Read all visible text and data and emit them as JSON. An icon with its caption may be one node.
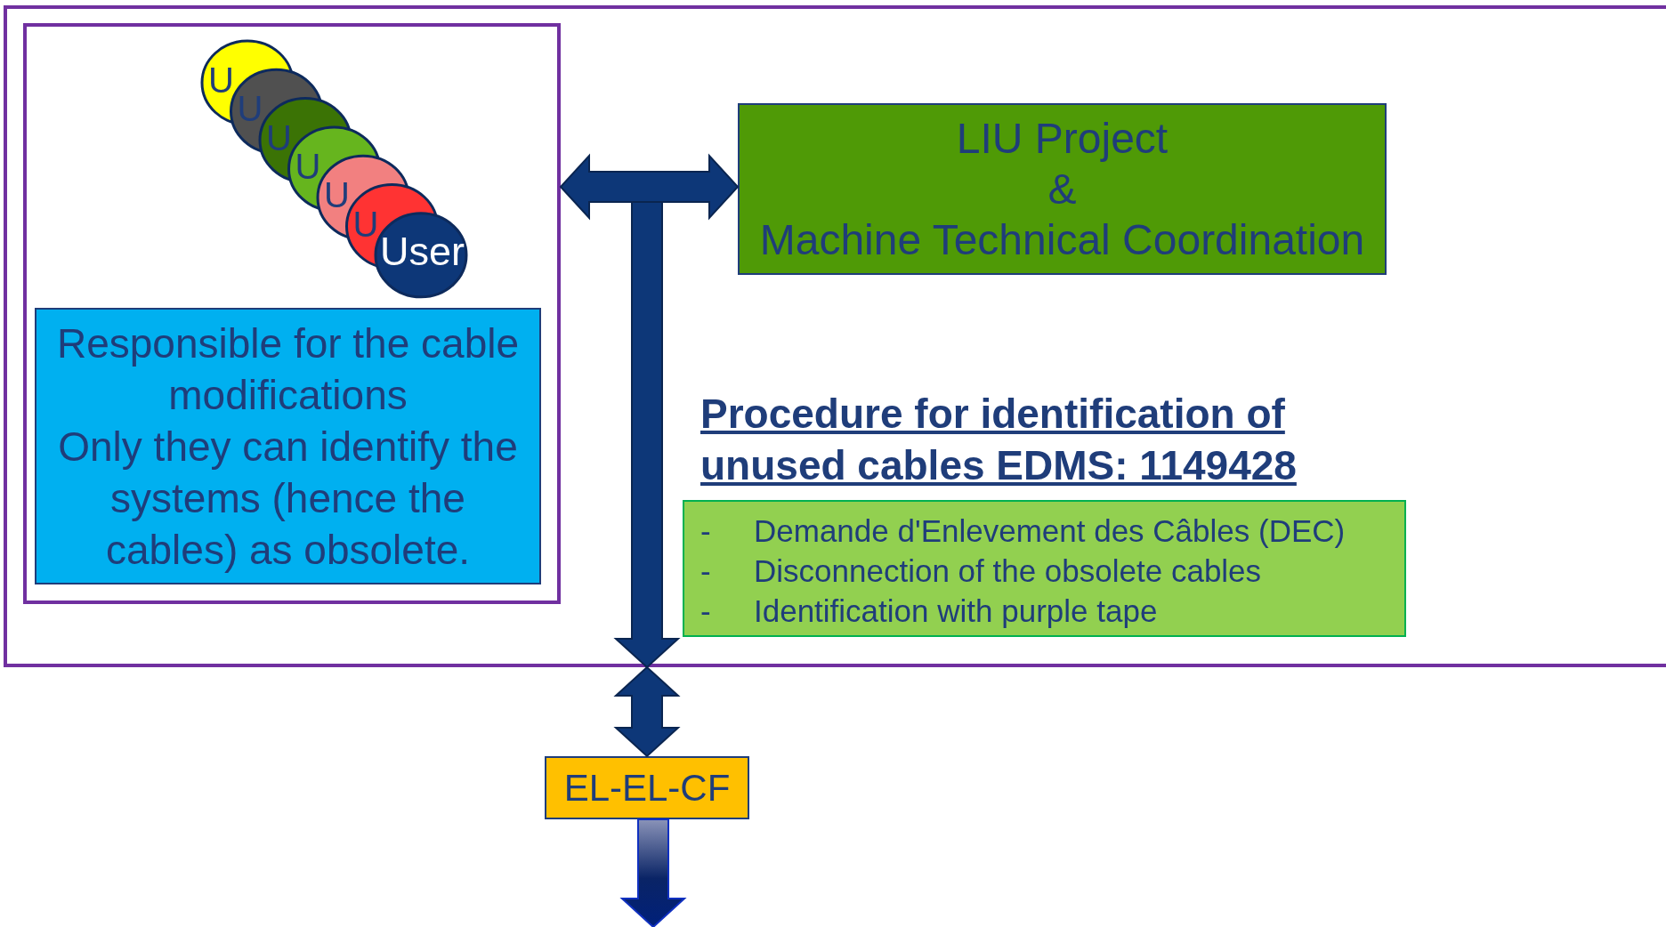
{
  "diagram": {
    "nodes": [
      {
        "text": [],
        "shape": "box"
      },
      {
        "text": [],
        "shape": "box",
        "in": 0
      },
      {
        "text": [
          "U"
        ],
        "in": 1
      },
      {
        "text": [
          "U"
        ],
        "in": 1
      },
      {
        "text": [
          "U"
        ],
        "in": 1
      },
      {
        "text": [
          "U"
        ],
        "in": 1
      },
      {
        "text": [
          "U"
        ],
        "in": 1
      },
      {
        "text": [
          "U"
        ],
        "in": 1
      },
      {
        "text": [
          "User"
        ],
        "in": 1
      },
      {
        "text": [
          "Responsible for the cable modifications",
          "Only they can identify the systems (hence the cables) as obsolete."
        ],
        "in": 1
      },
      {
        "text": [
          "LIU Project",
          "&",
          "Machine Technical Coordination"
        ],
        "in": 0
      },
      {
        "text": [
          "Procedure for identification of unused cables EDMS: 1149428",
          "-\tDemande d'Enlevement des Câbles (DEC)",
          "-\tDisconnection of the obsolete cables",
          "-\tIdentification with purple tape"
        ],
        "in": 0
      },
      {
        "text": [
          "EL-EL-CF"
        ]
      }
    ],
    "edges": [
      {
        "from": 1,
        "to": 10,
        "arrow": "both"
      },
      {
        "from": null,
        "to": 0,
        "arrow": "to"
      },
      {
        "from": 0,
        "to": 12,
        "arrow": "both"
      },
      {
        "from": 12,
        "to": null,
        "arrow": "to"
      }
    ]
  }
}
